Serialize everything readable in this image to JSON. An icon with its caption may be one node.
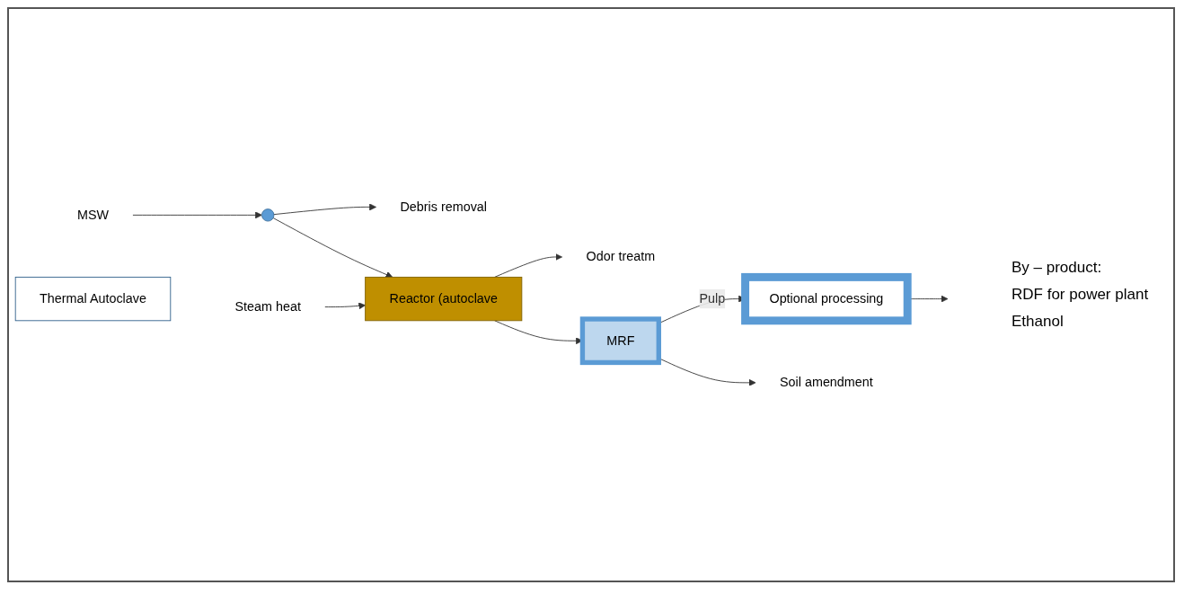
{
  "diagram": {
    "nodes": [
      {
        "text": [
          "MSW"
        ]
      },
      {
        "text": [],
        "shape": "circle"
      },
      {
        "text": [
          "Debris removal"
        ]
      },
      {
        "text": [
          "Steam heat"
        ]
      },
      {
        "text": [
          "Reactor (autoclave"
        ]
      },
      {
        "text": [
          "Odor treatm"
        ]
      },
      {
        "text": [
          "MRF"
        ]
      },
      {
        "text": [
          "Thermal Autoclave"
        ]
      },
      {
        "text": [
          "Optional processing"
        ]
      },
      {
        "text": [
          "Soil amendment"
        ]
      }
    ],
    "edges": [
      {
        "from": 0,
        "to": 1,
        "arrow": "to"
      },
      {
        "from": 1,
        "to": 2,
        "arrow": "to"
      },
      {
        "from": 1,
        "to": 4,
        "arrow": "to"
      },
      {
        "from": 3,
        "to": 4,
        "arrow": "to"
      },
      {
        "from": 4,
        "to": 5,
        "arrow": "to"
      },
      {
        "from": 4,
        "to": 6,
        "arrow": "to"
      },
      {
        "from": 6,
        "to": 8,
        "label": "Pulp",
        "arrow": "to"
      },
      {
        "from": 6,
        "to": 9,
        "arrow": "to"
      },
      {
        "from": 8,
        "to": null,
        "arrow": "to"
      }
    ],
    "labels": [
      "By – product:",
      "RDF for power plant",
      "Ethanol"
    ]
  }
}
